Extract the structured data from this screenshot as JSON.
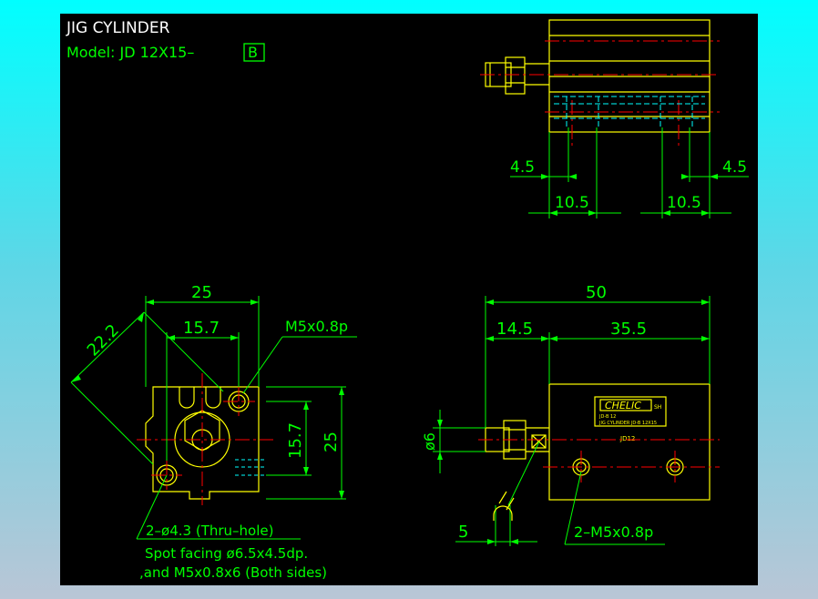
{
  "title": "JIG CYLINDER",
  "model_prefix": "Model:  JD 12X15–",
  "model_suffix": "B",
  "brand": "CHELIC",
  "brand_mark": "SH",
  "plate_line1": "JD-B 12",
  "plate_line2": "JIG CYLINDER  JD-B 12X15",
  "body_label": "JD12",
  "dims": {
    "top_left_45": "4.5",
    "top_right_45": "4.5",
    "top_left_105": "10.5",
    "top_right_105": "10.5",
    "front_width": "25",
    "front_diag": "22.2",
    "front_157_h": "15.7",
    "front_157_v": "15.7",
    "front_25_v": "25",
    "front_thread": "M5x0.8p",
    "side_50": "50",
    "side_145": "14.5",
    "side_355": "35.5",
    "side_dia6": "ø6",
    "side_5": "5",
    "side_ports": "2–M5x0.8p"
  },
  "notes": {
    "line1": "2–ø4.3 (Thru–hole)",
    "line2": "Spot facing  ø6.5x4.5dp.",
    "line3": ",and M5x0.8x6 (Both sides)"
  },
  "colors": {
    "outline": "#ffff00",
    "dimension": "#00ff00",
    "centerline": "#ff0000",
    "hidden": "#00ffff",
    "text_white": "#ffffff"
  }
}
